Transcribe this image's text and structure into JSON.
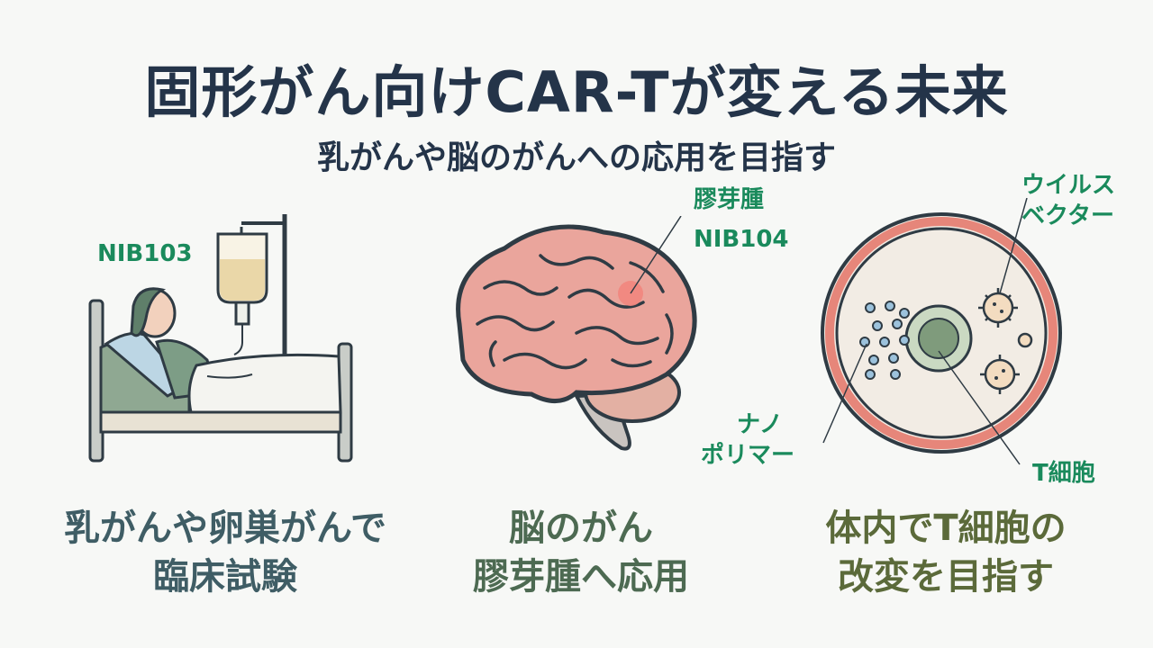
{
  "header": {
    "title": "固形がん向けCAR-Tが変える未来",
    "subtitle": "乳がんや脳のがんへの応用を目指す"
  },
  "panels": [
    {
      "name": "patient",
      "label": "NIB103",
      "caption_line1": "乳がんや卵巣がんで",
      "caption_line2": "臨床試験"
    },
    {
      "name": "brain",
      "label_line1": "膠芽腫",
      "label_line2": "NIB104",
      "caption_line1": "脳のがん",
      "caption_line2": "膠芽腫へ応用"
    },
    {
      "name": "cell",
      "label_virus_line1": "ウイルス",
      "label_virus_line2": "ベクター",
      "label_nano_line1": "ナノ",
      "label_nano_line2": "ポリマー",
      "label_tcell": "T細胞",
      "caption_line1": "体内でT細胞の",
      "caption_line2": "改変を目指す"
    }
  ],
  "colors": {
    "title": "#243449",
    "label": "#1a8a5c",
    "caption_left": "#3f5d65",
    "caption_mid": "#4d6a52",
    "caption_right": "#5b6a3a"
  }
}
